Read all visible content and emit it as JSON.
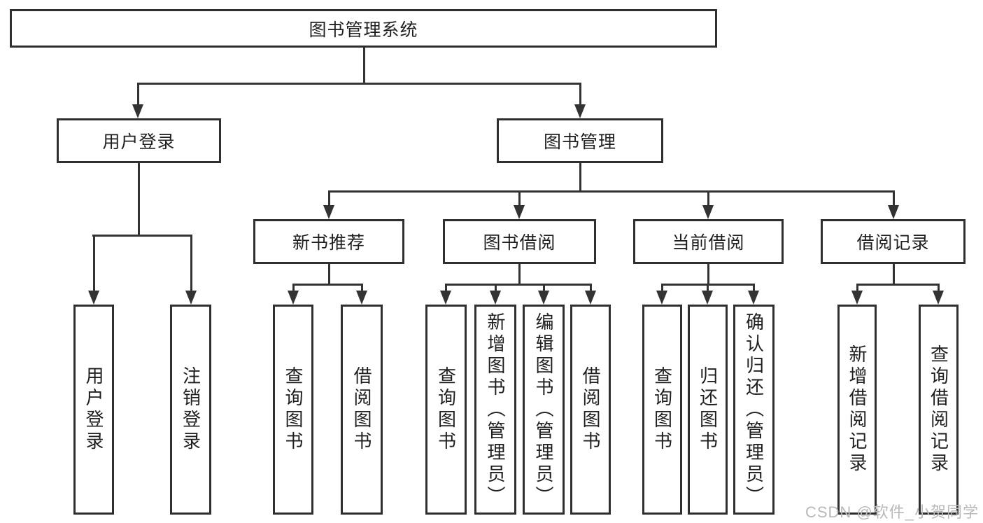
{
  "tree": {
    "label": "图书管理系统",
    "children": [
      {
        "label": "用户登录",
        "children": [
          {
            "label": "用户登录"
          },
          {
            "label": "注销登录"
          }
        ]
      },
      {
        "label": "图书管理",
        "children": [
          {
            "label": "新书推荐",
            "children": [
              {
                "label": "查询图书"
              },
              {
                "label": "借阅图书"
              }
            ]
          },
          {
            "label": "图书借阅",
            "children": [
              {
                "label": "查询图书"
              },
              {
                "label": "新增图书（管理员）"
              },
              {
                "label": "编辑图书（管理员）"
              },
              {
                "label": "借阅图书"
              }
            ]
          },
          {
            "label": "当前借阅",
            "children": [
              {
                "label": "查询图书"
              },
              {
                "label": "归还图书"
              },
              {
                "label": "确认归还（管理员）"
              }
            ]
          },
          {
            "label": "借阅记录",
            "children": [
              {
                "label": "新增借阅记录"
              },
              {
                "label": "查询借阅记录"
              }
            ]
          }
        ]
      }
    ]
  },
  "watermark": {
    "text": "CSDN @软件_小贺同学",
    "color": "#b9b9b9"
  },
  "colors": {
    "line": "#333333",
    "border": "#2f2f2f",
    "text": "#1f1f1f",
    "background": "#ffffff"
  }
}
